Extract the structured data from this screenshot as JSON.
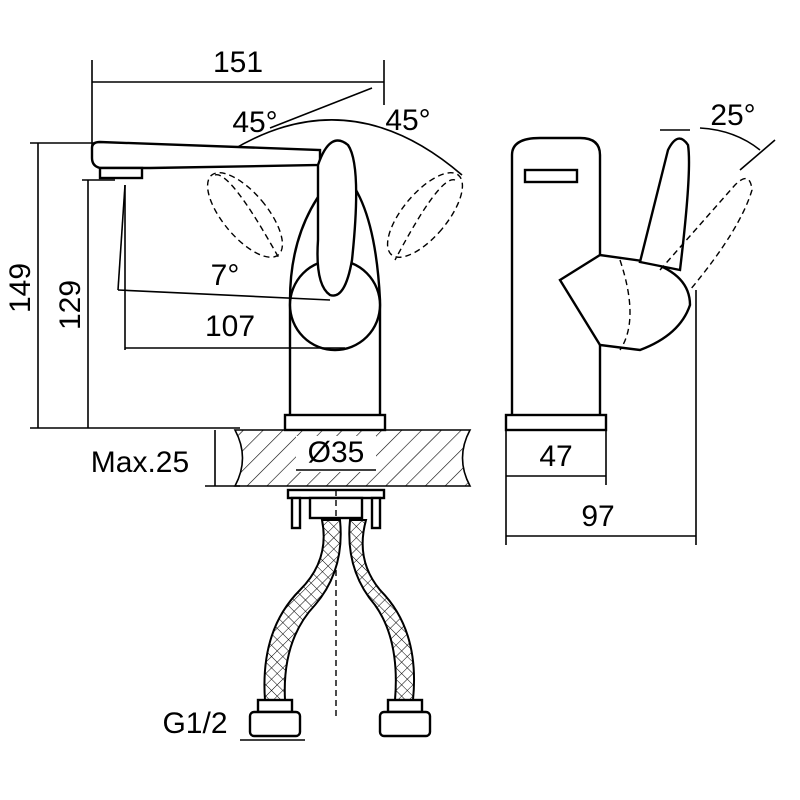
{
  "drawing": {
    "front_view": {
      "overall_width": "151",
      "swing_angle_left": "45°",
      "swing_angle_right": "45°",
      "overall_height": "149",
      "spout_height": "129",
      "spout_tilt": "7°",
      "spout_reach": "107",
      "max_countertop": "Max.25",
      "mount_hole": "Ø35",
      "connection_thread": "G1/2"
    },
    "side_view": {
      "handle_angle": "25°",
      "base_depth": "47",
      "overall_depth": "97"
    }
  }
}
